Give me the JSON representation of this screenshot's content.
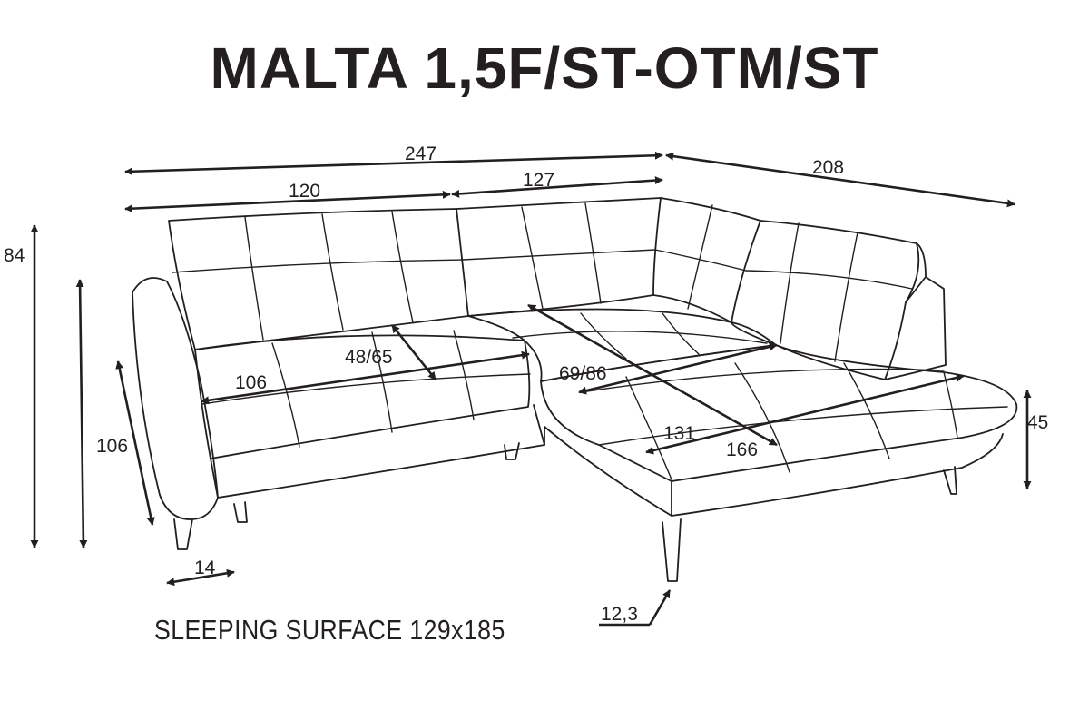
{
  "title": "MALTA 1,5F/ST-OTM/ST",
  "dimensions": {
    "total_width": "247",
    "left_section": "120",
    "middle_section": "127",
    "chaise_length": "208",
    "height_back": "84",
    "armrest_depth": "106",
    "seat_height": "45",
    "armrest_width": "14",
    "leg_height": "12,3",
    "seat_width_left": "106",
    "seat_depth_left": "48/65",
    "seat_depth_corner": "69/86",
    "sleep_width": "131",
    "sleep_length": "166"
  },
  "sleeping_surface": "SLEEPING SURFACE 129x185",
  "colors": {
    "line": "#231f20",
    "background": "#ffffff"
  }
}
